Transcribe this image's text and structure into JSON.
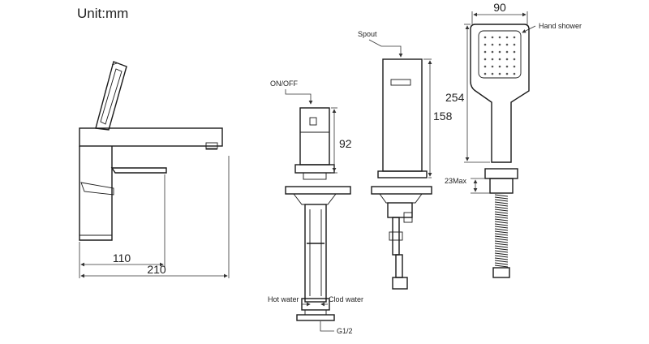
{
  "unit_label": "Unit:mm",
  "dimensions": {
    "depth_110": "110",
    "length_210": "210",
    "onoff_height": "92",
    "spout_height": "158",
    "shower_height": "254",
    "shower_width": "90",
    "mount_max": "23Max"
  },
  "callouts": {
    "on_off": "ON/OFF",
    "spout": "Spout",
    "hand_shower": "Hand shower",
    "hot_water": "Hot water",
    "cold_water": "Clod water",
    "thread": "G1/2"
  },
  "colors": {
    "line": "#1a1a1a",
    "background": "#ffffff"
  }
}
